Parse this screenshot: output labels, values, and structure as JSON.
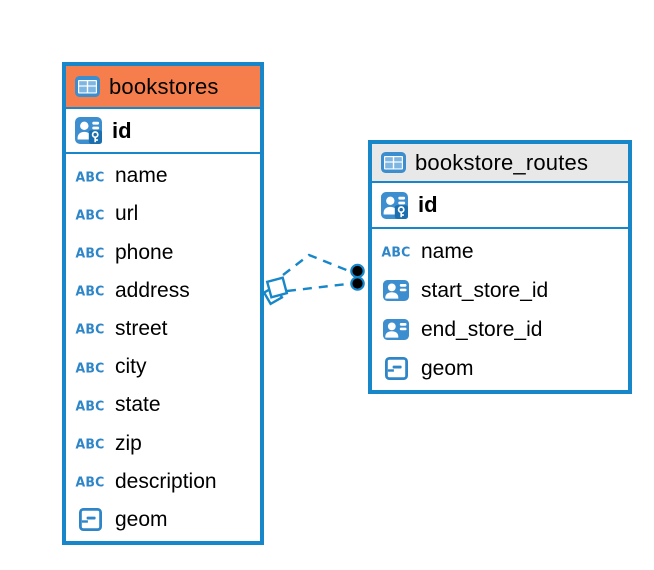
{
  "diagram": {
    "background": "#ffffff",
    "relationship": {
      "from_table": "bookstores",
      "to_table": "bookstore_routes",
      "line_style": "dashed",
      "from_marker": "stacked-squares",
      "to_marker": "double-dot",
      "color": "#1787c9"
    }
  },
  "colors": {
    "table_border": "#1787c9",
    "selected_header_bg": "#f67e4d",
    "header_bg": "#e8e8e8",
    "icon_blue": "#3d8ecf",
    "icon_blue_dark": "#1b6fae",
    "icon_cell_blue": "#7db6e3",
    "abc_blue": "#2e86c8",
    "text": "#000000"
  },
  "icons": {
    "table": "table-grid-icon",
    "primary_key": "user-key-icon",
    "foreign_key": "user-card-icon",
    "text_type": "abc-icon",
    "abc_text": "ABC",
    "geometry": "geometry-icon"
  },
  "tables": [
    {
      "name": "bookstores",
      "selected": true,
      "primary_key": {
        "name": "id",
        "type_icon": "user-key-icon"
      },
      "columns": [
        {
          "name": "name",
          "type_icon": "abc-icon"
        },
        {
          "name": "url",
          "type_icon": "abc-icon"
        },
        {
          "name": "phone",
          "type_icon": "abc-icon"
        },
        {
          "name": "address",
          "type_icon": "abc-icon"
        },
        {
          "name": "street",
          "type_icon": "abc-icon"
        },
        {
          "name": "city",
          "type_icon": "abc-icon"
        },
        {
          "name": "state",
          "type_icon": "abc-icon"
        },
        {
          "name": "zip",
          "type_icon": "abc-icon"
        },
        {
          "name": "description",
          "type_icon": "abc-icon"
        },
        {
          "name": "geom",
          "type_icon": "geometry-icon"
        }
      ]
    },
    {
      "name": "bookstore_routes",
      "selected": false,
      "primary_key": {
        "name": "id",
        "type_icon": "user-key-icon"
      },
      "columns": [
        {
          "name": "name",
          "type_icon": "abc-icon"
        },
        {
          "name": "start_store_id",
          "type_icon": "user-card-icon"
        },
        {
          "name": "end_store_id",
          "type_icon": "user-card-icon"
        },
        {
          "name": "geom",
          "type_icon": "geometry-icon"
        }
      ]
    }
  ]
}
